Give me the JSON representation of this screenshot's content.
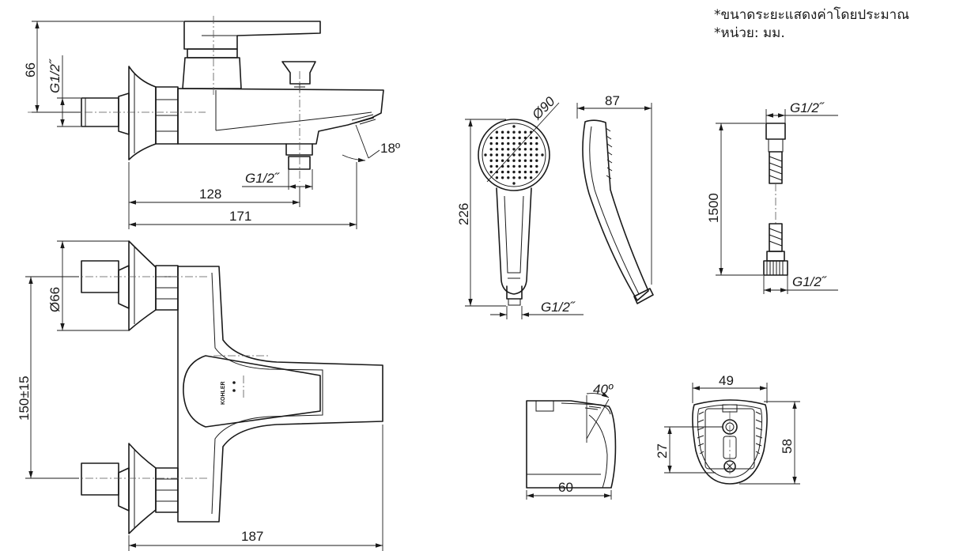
{
  "notes": {
    "approx": "*ขนาดระยะแสดงค่าโดยประมาณ",
    "unit": "*หน่วย: มม."
  },
  "dimensions": {
    "side_height": "66",
    "side_inlet_thread": "G1/2˝",
    "outlet_thread": "G1/2˝",
    "spout_angle": "18º",
    "inlet_to_outlet": "128",
    "side_total": "171",
    "flange_diameter": "Ø66",
    "inlet_spacing": "150±15",
    "top_total": "187",
    "handshower_diameter": "Ø90",
    "handshower_depth": "87",
    "handshower_length": "226",
    "handshower_thread": "G1/2˝",
    "hose_thread_top": "G1/2˝",
    "hose_length": "1500",
    "hose_thread_bottom": "G1/2˝",
    "holder_angle": "40º",
    "holder_depth": "60",
    "holder_width": "49",
    "holder_hole": "27",
    "holder_height": "58"
  },
  "logo_text": "KOHLER"
}
